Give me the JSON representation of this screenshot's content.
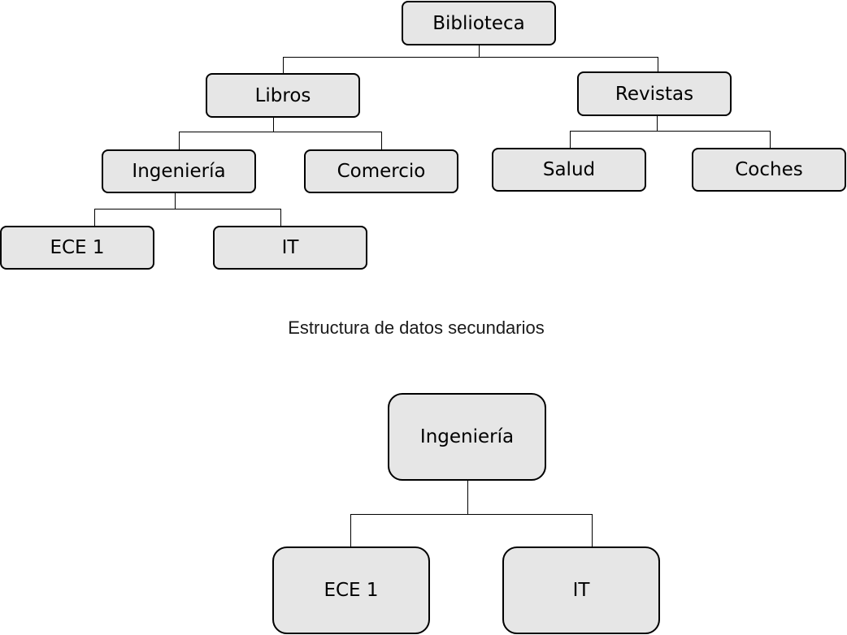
{
  "tree": {
    "root": "Biblioteca",
    "libros": "Libros",
    "revistas": "Revistas",
    "ingenieria": "Ingeniería",
    "comercio": "Comercio",
    "salud": "Salud",
    "coches": "Coches",
    "ece1": "ECE 1",
    "it": "IT"
  },
  "caption": "Estructura de datos secundarios",
  "subtree": {
    "root": "Ingeniería",
    "ece1": "ECE 1",
    "it": "IT"
  }
}
